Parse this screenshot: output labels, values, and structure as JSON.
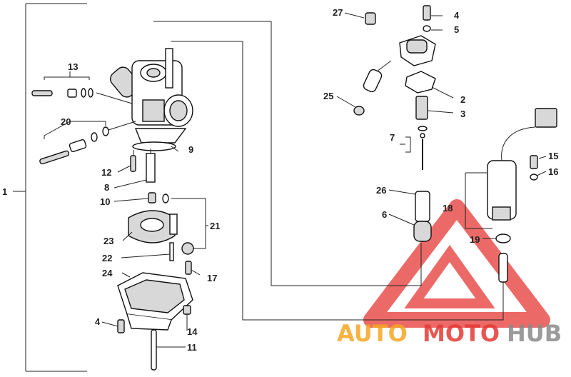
{
  "labels": {
    "l1": "1",
    "l2": "2",
    "l3": "3",
    "l4a": "4",
    "l4b": "4",
    "l5": "5",
    "l6": "6",
    "l7": "7",
    "l8": "8",
    "l9": "9",
    "l10": "10",
    "l11": "11",
    "l12": "12",
    "l13": "13",
    "l14": "14",
    "l15": "15",
    "l16": "16",
    "l17": "17",
    "l18": "18",
    "l19": "19",
    "l20": "20",
    "l21": "21",
    "l22": "22",
    "l23": "23",
    "l24": "24",
    "l25": "25",
    "l26": "26",
    "l27": "27"
  },
  "watermark": {
    "auto": "AUTO",
    "moto": "MOTO",
    "hub": "HUB",
    "color_red": "#e53935",
    "color_orange": "#f5a623",
    "color_gray": "#8a8a8a"
  }
}
